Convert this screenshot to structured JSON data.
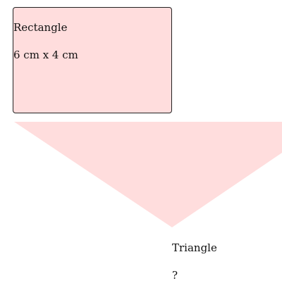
{
  "rectangle": {
    "title": "Rectangle",
    "dimensions": "6 cm x 4 cm",
    "fill_color": "#ffdddd",
    "border_color": "#222222"
  },
  "triangle": {
    "title": "Triangle",
    "value": "?",
    "fill_color": "#ffdddd"
  }
}
